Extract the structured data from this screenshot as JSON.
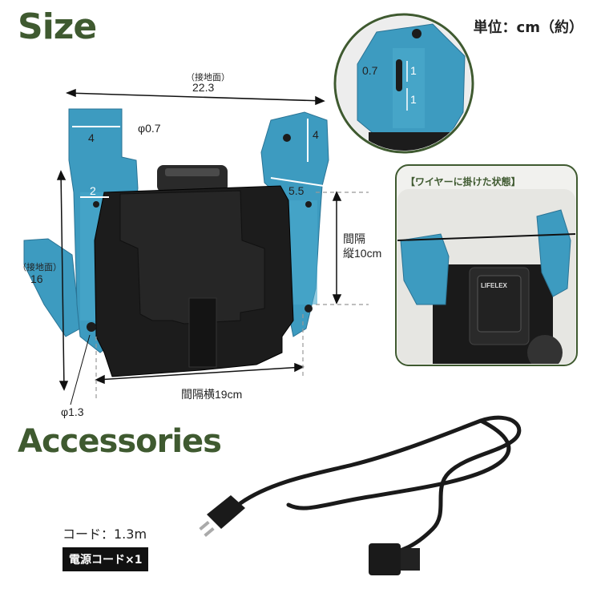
{
  "header": {
    "size_title": "Size",
    "unit_note": "単位：cm（約）"
  },
  "dimensions": {
    "ground_width_caption": "（接地面）",
    "ground_width": "22.3",
    "top_left_width": "4",
    "hole_small": "φ0.7",
    "slot_width": "2",
    "side_depth_caption": "（接地面）",
    "side_depth": "16",
    "bottom_hole": "φ1.3",
    "right_top_height": "4",
    "right_width": "5.5",
    "spacing_vertical_line1": "間隔",
    "spacing_vertical_line2": "縦10cm",
    "spacing_horizontal": "間隔横19cm"
  },
  "detail_zoom": {
    "hole_label": "0.7",
    "upper_dim": "1",
    "lower_dim": "1"
  },
  "wire_panel": {
    "label": "【ワイヤーに掛けた状態】",
    "battery_brand": "LIFELEX"
  },
  "accessories": {
    "title": "Accessories",
    "cord_length": "コード：1.3m",
    "item": "電源コード×1"
  },
  "colors": {
    "title_green": "#3f5a30",
    "device_blue": "#3d9bc0",
    "device_body": "#1c1c1c"
  }
}
